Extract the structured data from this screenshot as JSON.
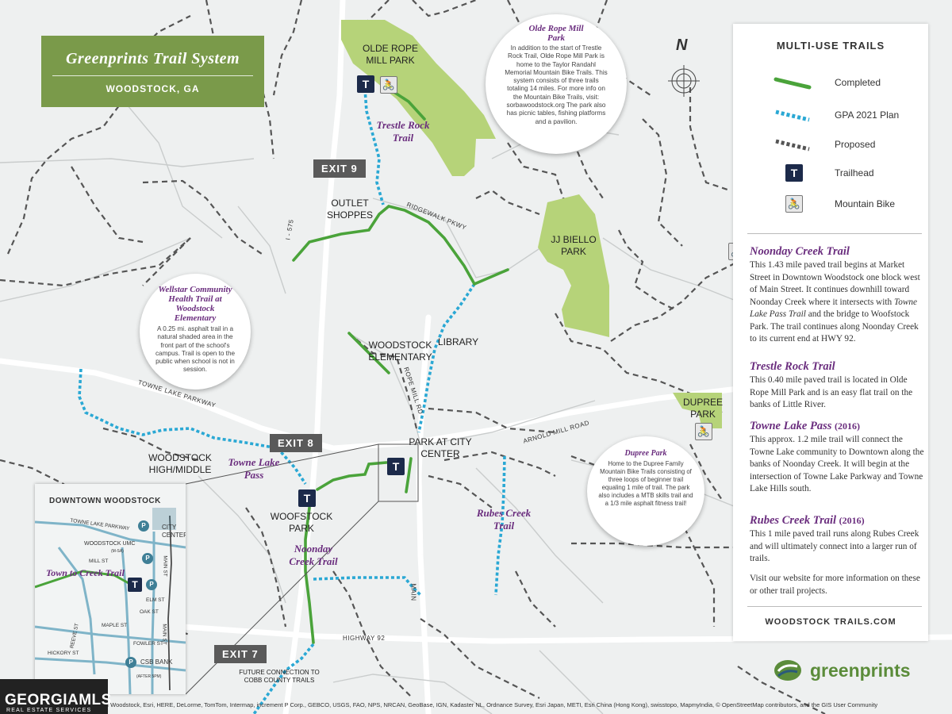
{
  "header": {
    "title": "Greenprints Trail System",
    "subtitle": "WOODSTOCK, GA"
  },
  "north": "N",
  "legend": {
    "heading": "MULTI-USE TRAILS",
    "items": [
      {
        "label": "Completed",
        "color": "#4aa33a"
      },
      {
        "label": "GPA 2021 Plan",
        "color": "#2aa8d4"
      },
      {
        "label": "Proposed",
        "color": "#555555"
      },
      {
        "label": "Trailhead",
        "icon": "trailhead-icon",
        "glyph": "T"
      },
      {
        "label": "Mountain Bike",
        "icon": "mountain-bike-icon",
        "glyph": "🚴"
      }
    ]
  },
  "sections": [
    {
      "title": "Noonday Creek Trail",
      "body_html": "This 1.43 mile paved trail begins at Market Street in Downtown Woodstock one block west of Main Street. It continues downhill toward Noonday Creek where it intersects with <i>Towne Lake Pass Trail</i> and the bridge to Woofstock Park. The trail continues along Noonday Creek to its current end at HWY 92."
    },
    {
      "title": "Trestle Rock Trail",
      "body_html": "This 0.40 mile paved trail is located in Olde Rope Mill Park and is an easy flat trail on the banks of Little River."
    },
    {
      "title": "Towne Lake Pass",
      "year": "(2016)",
      "body_html": "This approx. 1.2 mile trail will connect the Towne Lake community to Downtown along the banks of Noonday Creek. It will begin at the intersection of Towne Lake Parkway and Towne Lake Hills south."
    },
    {
      "title": "Rubes Creek Trail",
      "year": "(2016)",
      "body_html": "This 1 mile paved trail runs along Rubes Creek and will ultimately connect into a larger run of trails."
    }
  ],
  "visit_text": "Visit our website for more information on these or other trail projects.",
  "website": "WOODSTOCK TRAILS.COM",
  "bubbles": {
    "olde_rope": {
      "title": "Olde Rope Mill Park",
      "body": "In addition to the start of Trestle Rock Trail, Olde Rope Mill Park is home to the Taylor Randahl Memorial Mountain Bike Trails. This system consists of three trails totaling 14 miles. For more info on the Mountain Bike Trails, visit: sorbawoodstock.org The park also has picnic tables, fishing platforms and a pavilion."
    },
    "wellstar": {
      "title": "Wellstar Community Health Trail at Woodstock Elementary",
      "body": "A 0.25 mi. asphalt trail in a natural shaded area in the front part of the school's campus. Trail is open to the public when school is not in session."
    },
    "dupree": {
      "title": "Dupree Park",
      "body": "Home to the Dupree Family Mountain Bike Trails consisting of three loops of beginner trail equaling 1 mile of trail. The park also includes a MTB skills trail and a 1/3 mile asphalt fitness trail!"
    }
  },
  "places": {
    "olde_rope_mill_park": "OLDE ROPE MILL PARK",
    "outlet_shoppes": "OUTLET SHOPPES",
    "jj_biello_park": "JJ BIELLO PARK",
    "library": "LIBRARY",
    "woodstock_elementary": "WOODSTOCK ELEMENTARY",
    "park_at_city_center": "PARK AT CITY CENTER",
    "woodstock_high_middle": "WOODSTOCK HIGH/MIDDLE",
    "woofstock_park": "WOOFSTOCK PARK",
    "dupree_park": "DUPREE PARK",
    "future_connection": "FUTURE CONNECTION TO COBB COUNTY TRAILS"
  },
  "roads": {
    "i575": "I - 575",
    "ridgewalk": "RIDGEWALK PKWY",
    "towne_lake": "TOWNE LAKE PARKWAY",
    "rope_mill": "ROPE MILL RD",
    "arnold_mill": "ARNOLD MILL ROAD",
    "main": "MAIN",
    "highway92": "HIGHWAY 92"
  },
  "trails": {
    "trestle_rock": "Trestle Rock Trail",
    "towne_lake_pass": "Towne Lake Pass",
    "rubes_creek": "Rubes Creek Trail",
    "noonday_creek": "Noonday Creek Trail"
  },
  "exits": {
    "exit9": "EXIT 9",
    "exit8": "EXIT 8",
    "exit7": "EXIT 7"
  },
  "inset": {
    "heading": "DOWNTOWN WOODSTOCK",
    "trail_label": "Town to Creek Trail",
    "labels": {
      "towne_lake_pkwy": "TOWNE LAKE PARKWAY",
      "city_center": "CITY CENTER",
      "woodstock_umc": "WOODSTOCK UMC",
      "umc_suffix": "(M-SA)",
      "mill_st": "MILL ST",
      "main_st": "MAIN ST",
      "elm_st": "ELM ST",
      "oak_st": "OAK ST",
      "maple_st": "MAPLE ST",
      "fowler_st": "FOWLER ST",
      "reeve_st": "REEVE ST",
      "hickory_st": "HICKORY ST",
      "csb_bank": "CSB BANK",
      "csb_suffix": "(AFTER 5PM)"
    },
    "parking_glyph": "P"
  },
  "attribution": "y of Woodstock, Esri, HERE, DeLorme, TomTom, Intermap, increment P Corp., GEBCO, USGS, FAO, NPS, NRCAN, GeoBase, IGN, Kadaster NL, Ordnance Survey, Esri Japan, METI, Esri China (Hong Kong), swisstopo, MapmyIndia, © OpenStreetMap contributors, and the GIS User Community",
  "watermark": {
    "main": "GEORGIAMLS",
    "sub": "REAL ESTATE SERVICES"
  },
  "brand": "greenprints"
}
